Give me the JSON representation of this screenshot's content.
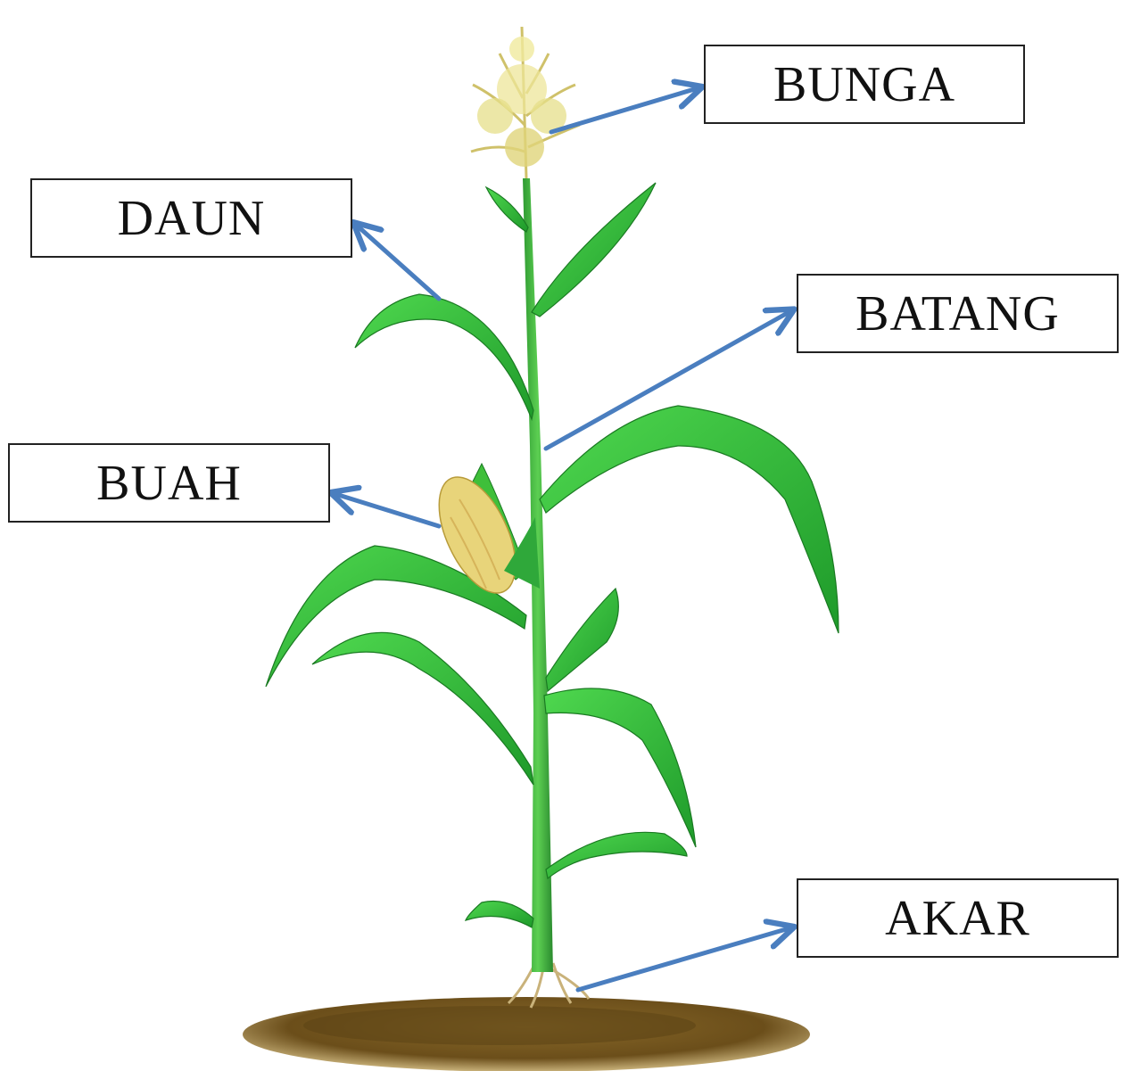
{
  "labels": {
    "bunga": "BUNGA",
    "daun": "DAUN",
    "batang": "BATANG",
    "buah": "BUAH",
    "akar": "AKAR"
  },
  "colors": {
    "arrow": "#4a7ebf",
    "leaf": "#2fbf2f",
    "leaf_dark": "#1f8f26",
    "stem": "#3aa33a",
    "tassel": "#e6e08a",
    "corn": "#e8d47a",
    "soil": "#7a5a1e"
  },
  "icons": [
    "corn-plant-illustration",
    "arrow-icon"
  ]
}
